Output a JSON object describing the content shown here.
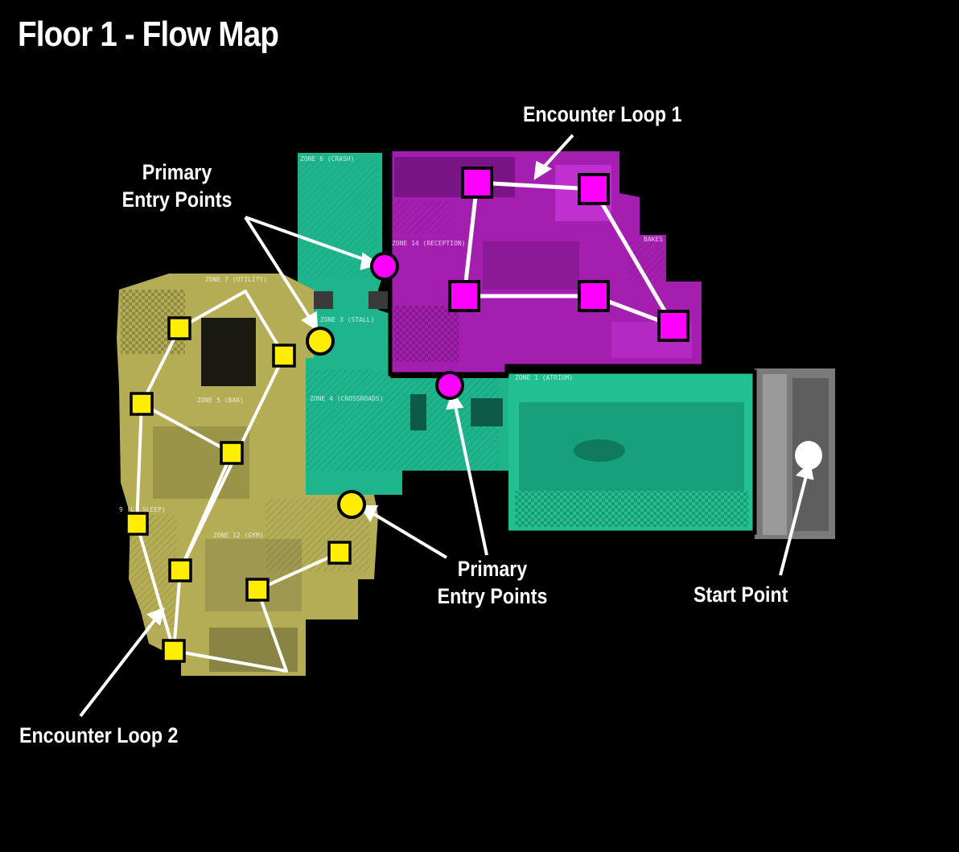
{
  "title": "Floor 1 - Flow Map",
  "labels": {
    "encounter_loop_1": "Encounter Loop 1",
    "encounter_loop_2": "Encounter Loop 2",
    "primary_entry_top_line1": "Primary",
    "primary_entry_top_line2": "Entry Points",
    "primary_entry_bottom_line1": "Primary",
    "primary_entry_bottom_line2": "Entry Points",
    "start_point": "Start Point"
  },
  "zones": {
    "zone6": "ZONE 6 (CRASH)",
    "zone14": "ZONE 14 (RECEPTION)",
    "zone7": "ZONE 7 (UTILITY)",
    "zone3": "ZONE 3 (STALL)",
    "zone5": "ZONE 5 (BAR)",
    "zone4": "ZONE 4 (CROSSROADS)",
    "zone12": "ZONE 12 (GYM)",
    "zone9": "9 (L..SLEEP)",
    "zone1": "ZONE 1 (ATRIUM)",
    "bakes": "BAKES"
  },
  "colors": {
    "magenta_zone": "#a41fb0",
    "teal_zone": "#1fb58c",
    "yellow_zone": "#b4ad55",
    "magenta_marker": "#ff00ff",
    "yellow_marker": "#ffee00",
    "start_marker": "#ffffff"
  },
  "icons": {
    "square_node": "encounter-node-icon",
    "circle_node": "entry-point-icon",
    "start": "start-point-icon"
  }
}
